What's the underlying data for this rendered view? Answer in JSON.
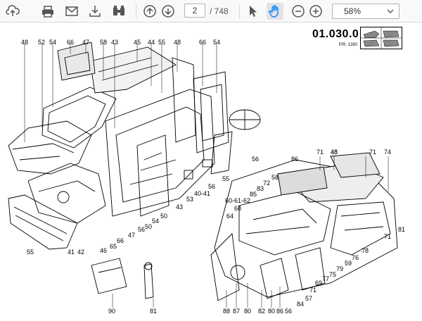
{
  "toolbar": {
    "page_current": "2",
    "page_total": "/ 748",
    "zoom_value": "58%",
    "icons": [
      "upload-icon",
      "print-icon",
      "email-icon",
      "download-icon",
      "document-properties-icon",
      "page-up-icon",
      "page-down-icon",
      "select-cursor-icon",
      "hand-tool-icon",
      "zoom-out-icon",
      "zoom-in-icon",
      "chevron-down-icon"
    ],
    "accent": "#0a84ff"
  },
  "document": {
    "code": "01.030.0",
    "revision": "P.R. 1280",
    "callouts": [
      "48",
      "52",
      "54",
      "66",
      "47",
      "58",
      "43",
      "45",
      "44",
      "55",
      "48",
      "66",
      "54",
      "48",
      "86",
      "71",
      "48",
      "71",
      "74",
      "72",
      "58",
      "83",
      "85",
      "60-61-62",
      "68",
      "64",
      "46",
      "65",
      "66",
      "47",
      "56",
      "50",
      "54",
      "50",
      "43",
      "53",
      "40-41",
      "56",
      "55",
      "56",
      "41",
      "42",
      "55",
      "90",
      "81",
      "88",
      "87",
      "80",
      "82",
      "80",
      "86",
      "56",
      "84",
      "57",
      "71",
      "69",
      "77",
      "75",
      "79",
      "59",
      "76",
      "78",
      "71",
      "81"
    ]
  }
}
